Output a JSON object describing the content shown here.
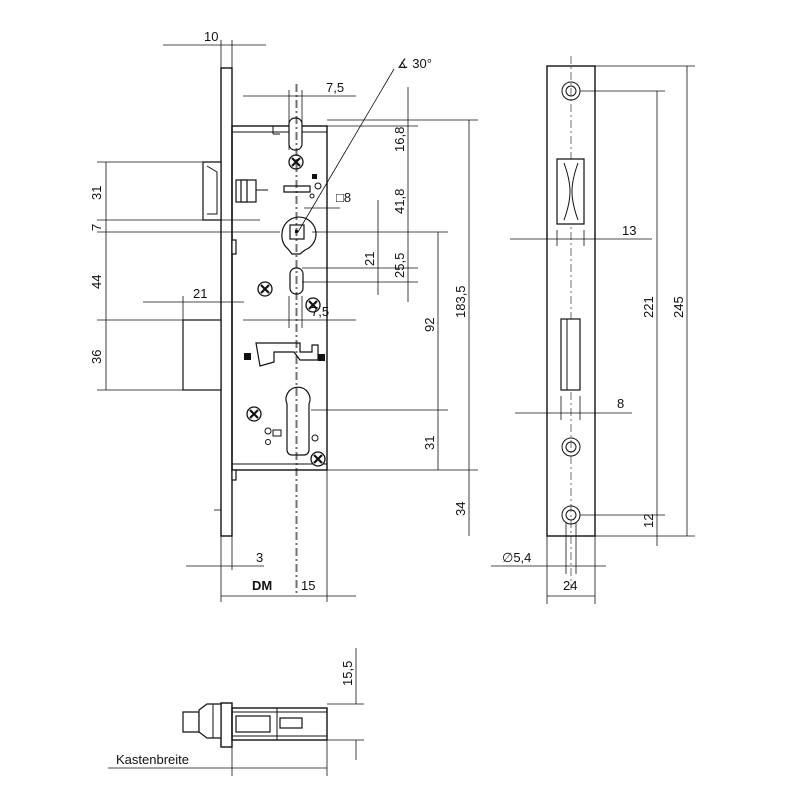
{
  "dimensions": {
    "d10": "10",
    "d7_5_top": "7,5",
    "d30deg": "30°",
    "d16_8": "16,8",
    "d31_left": "31",
    "d41_8": "41,8",
    "d8_square": "8",
    "d7_left": "7",
    "d21_right": "21",
    "d25_5": "25,5",
    "d44": "44",
    "d21_left": "21",
    "d7_5_mid": "7,5",
    "d92": "92",
    "d183_5": "183,5",
    "d36": "36",
    "d31_right": "31",
    "d34": "34",
    "d3": "3",
    "d15": "15",
    "d13": "13",
    "d221": "221",
    "d245": "245",
    "d8_faceplate": "8",
    "d12": "12",
    "d5_4": "5,4",
    "d24": "24",
    "d15_5": "15,5"
  },
  "labels": {
    "dm": "DM",
    "kastenbreite": "Kastenbreite",
    "angle_symbol": "∡",
    "square_symbol": "□",
    "diameter_symbol": "∅"
  },
  "icons": {
    "screw": "screw-cross-icon"
  }
}
